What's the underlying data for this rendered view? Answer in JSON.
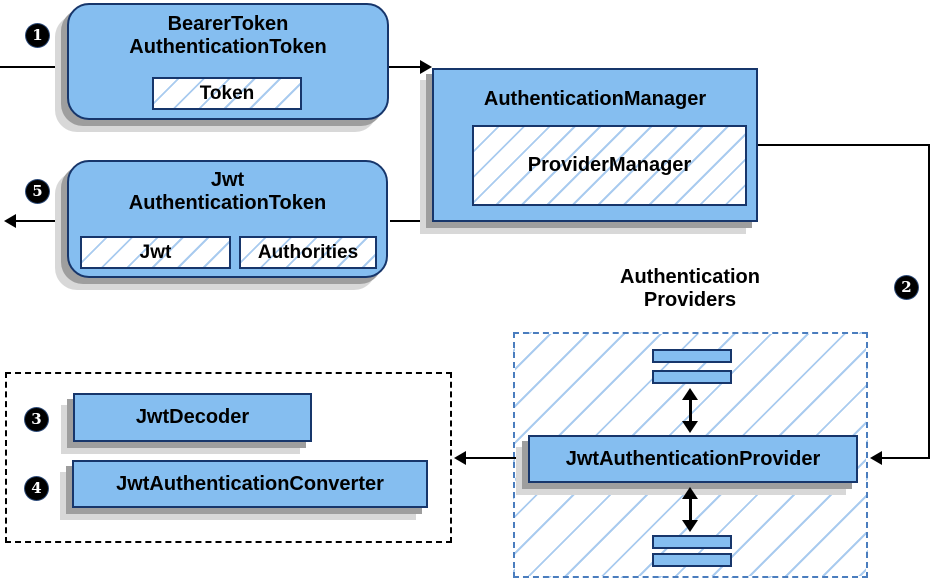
{
  "nodes": {
    "bearer_token": {
      "title_line1": "BearerToken",
      "title_line2": "AuthenticationToken",
      "field": "Token"
    },
    "authentication_manager": {
      "title": "AuthenticationManager",
      "impl": "ProviderManager"
    },
    "jwt_authentication_token": {
      "title_line1": "Jwt",
      "title_line2": "AuthenticationToken",
      "field1": "Jwt",
      "field2": "Authorities"
    },
    "authentication_providers": {
      "title_line1": "Authentication",
      "title_line2": "Providers"
    },
    "jwt_authentication_provider": {
      "title": "JwtAuthenticationProvider"
    },
    "jwt_decoder": {
      "title": "JwtDecoder"
    },
    "jwt_authentication_converter": {
      "title": "JwtAuthenticationConverter"
    }
  },
  "steps": {
    "s1": "1",
    "s2": "2",
    "s3": "3",
    "s4": "4",
    "s5": "5"
  },
  "colors": {
    "node_fill": "#85bef0",
    "node_border": "#17366b",
    "hatch_line": "#a9cbef",
    "providers_dash_border": "#4a7dbe",
    "decoder_dash_border": "#000000",
    "shadow_dark": "#9e9e9e",
    "shadow_light": "#d8d8d8",
    "connector": "#000000",
    "step_circle_fill": "#000000",
    "step_circle_text": "#ffffff"
  }
}
